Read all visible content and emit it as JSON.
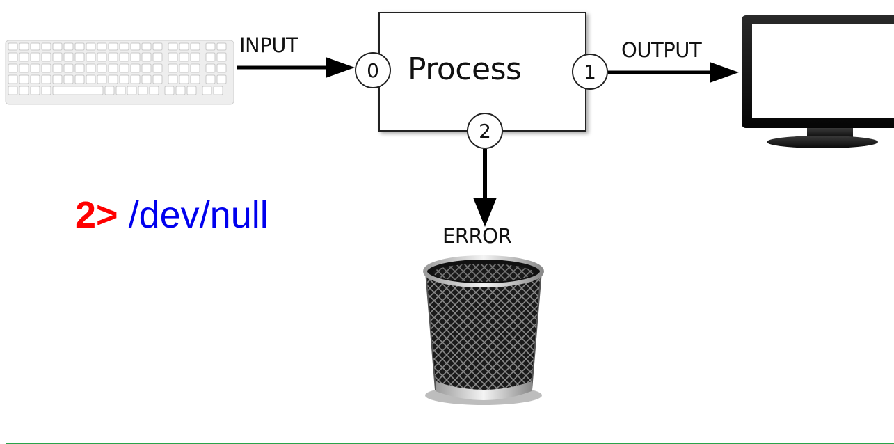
{
  "diagram": {
    "input_label": "INPUT",
    "output_label": "OUTPUT",
    "error_label": "ERROR",
    "process_label": "Process",
    "ports": {
      "stdin": "0",
      "stdout": "1",
      "stderr": "2"
    }
  },
  "redirect": {
    "operator": "2>",
    "target": "/dev/null"
  },
  "colors": {
    "frame": "#2aa34a",
    "operator": "#ff0000",
    "target": "#0000ee"
  },
  "icons": {
    "source": "keyboard-icon",
    "sink": "monitor-icon",
    "discard": "trash-can-icon"
  }
}
